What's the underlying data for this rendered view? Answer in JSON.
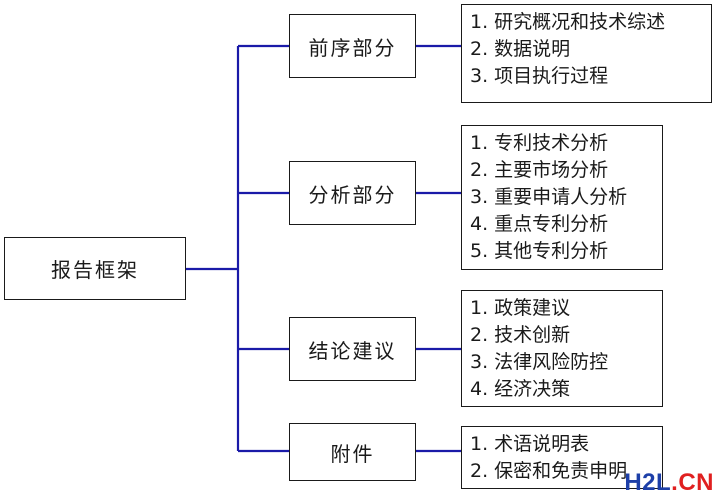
{
  "root": {
    "label": "报告框架"
  },
  "sections": [
    {
      "label": "前序部分",
      "items": [
        "1. 研究概况和技术综述",
        "2. 数据说明",
        "3. 项目执行过程"
      ]
    },
    {
      "label": "分析部分",
      "items": [
        "1. 专利技术分析",
        "2. 主要市场分析",
        "3. 重要申请人分析",
        "4. 重点专利分析",
        "5. 其他专利分析"
      ]
    },
    {
      "label": "结论建议",
      "items": [
        "1. 政策建议",
        "2. 技术创新",
        "3. 法律风险防控",
        "4. 经济决策"
      ]
    },
    {
      "label": "附件",
      "items": [
        "1. 术语说明表",
        "2. 保密和免责申明"
      ]
    }
  ],
  "watermark": {
    "part1": "H2L",
    "part2": ".CN"
  },
  "colors": {
    "connector": "#1a1aa8",
    "border": "#1a1a1a"
  }
}
